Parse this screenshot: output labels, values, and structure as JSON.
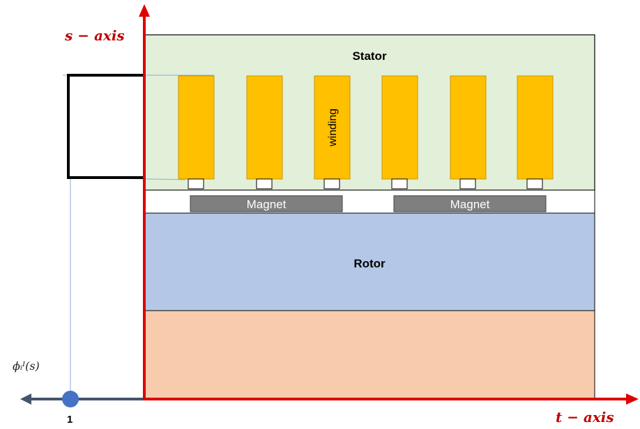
{
  "labels": {
    "s_axis": "s − axis",
    "t_axis": "t − axis",
    "stator": "Stator",
    "rotor": "Rotor",
    "winding": "winding",
    "magnet_1": "Magnet",
    "magnet_2": "Magnet",
    "phi": "ϕᵢᴵ(s)",
    "one": "1"
  },
  "colors": {
    "axis": "#e00000",
    "axis_label": "#c00000",
    "stator": "#e2efd9",
    "winding": "#ffc000",
    "winding_stroke": "#c99600",
    "magnet": "#7f7f7f",
    "rotor": "#b4c7e7",
    "bottom": "#f8cbad",
    "left_axis": "#44546a",
    "marker": "#4472c4",
    "guide": "#8faadc"
  },
  "icons": {
    "s_axis_arrow": "arrow-up-icon",
    "t_axis_arrow": "arrow-right-icon",
    "left_axis_arrow": "arrow-left-icon"
  }
}
